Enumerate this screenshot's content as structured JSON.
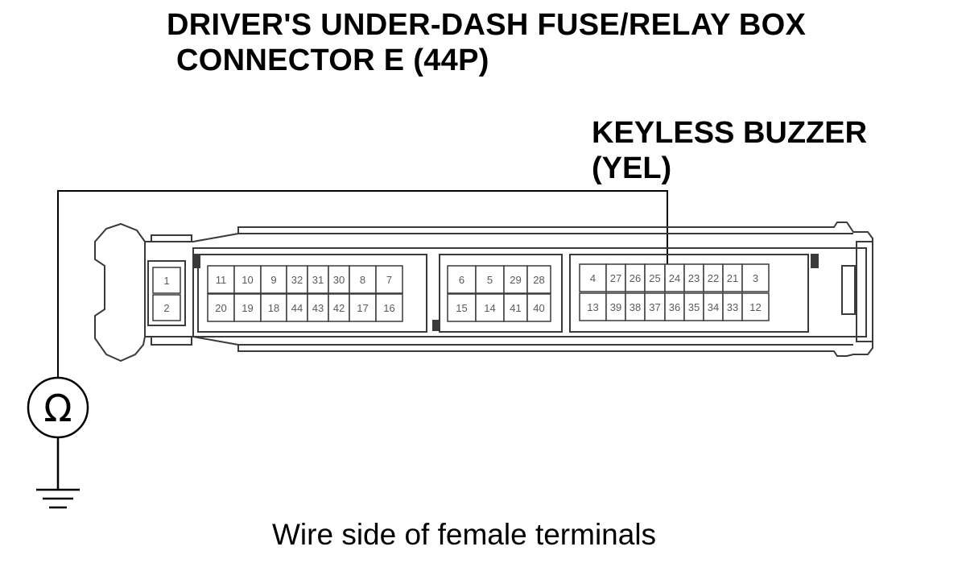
{
  "title": {
    "line1": "DRIVER'S UNDER-DASH FUSE/RELAY BOX",
    "line2": "CONNECTOR E (44P)"
  },
  "callout": {
    "line1": "KEYLESS BUZZER",
    "line2": "(YEL)",
    "pin": "25"
  },
  "caption": "Wire side of female terminals",
  "meter": {
    "symbol": "Ω",
    "icon": "ohmmeter-icon"
  },
  "ground": {
    "icon": "ground-icon"
  },
  "colors": {
    "line": "#000000",
    "connector": "#3a3a3a",
    "pin_text": "#5a5a5a"
  },
  "connector": {
    "group_a": {
      "top": [
        "1"
      ],
      "bottom": [
        "2"
      ]
    },
    "group_b": {
      "top": [
        "11",
        "10",
        "9",
        "32",
        "31",
        "30",
        "8",
        "7"
      ],
      "bottom": [
        "20",
        "19",
        "18",
        "44",
        "43",
        "42",
        "17",
        "16"
      ]
    },
    "group_c": {
      "top": [
        "6",
        "5",
        "29",
        "28"
      ],
      "bottom": [
        "15",
        "14",
        "41",
        "40"
      ]
    },
    "group_d": {
      "top": [
        "4",
        "27",
        "26",
        "25",
        "24",
        "23",
        "22",
        "21",
        "3"
      ],
      "bottom": [
        "13",
        "39",
        "38",
        "37",
        "36",
        "35",
        "34",
        "33",
        "12"
      ]
    }
  }
}
